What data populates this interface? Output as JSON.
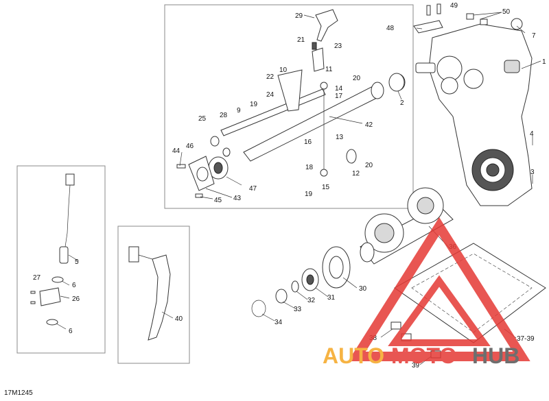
{
  "diagram_code": "17M1245",
  "watermark": {
    "brand_part1": "AUTO",
    "brand_part2": "MOTO",
    "brand_part3": "HUB",
    "color_red": "#e53935",
    "color_orange": "#f5a623",
    "color_gray": "#555555"
  },
  "callouts": [
    "1",
    "2",
    "3",
    "4",
    "5",
    "6",
    "6",
    "7",
    "9",
    "10",
    "11",
    "12",
    "13",
    "14",
    "15",
    "16",
    "17",
    "18",
    "19",
    "19",
    "20",
    "20",
    "21",
    "22",
    "23",
    "24",
    "25",
    "26",
    "27",
    "28",
    "29",
    "30",
    "31",
    "32",
    "33",
    "34",
    "36",
    "37-39",
    "38",
    "39",
    "40",
    "42",
    "43",
    "44",
    "45",
    "46",
    "47",
    "48",
    "49",
    "50"
  ]
}
